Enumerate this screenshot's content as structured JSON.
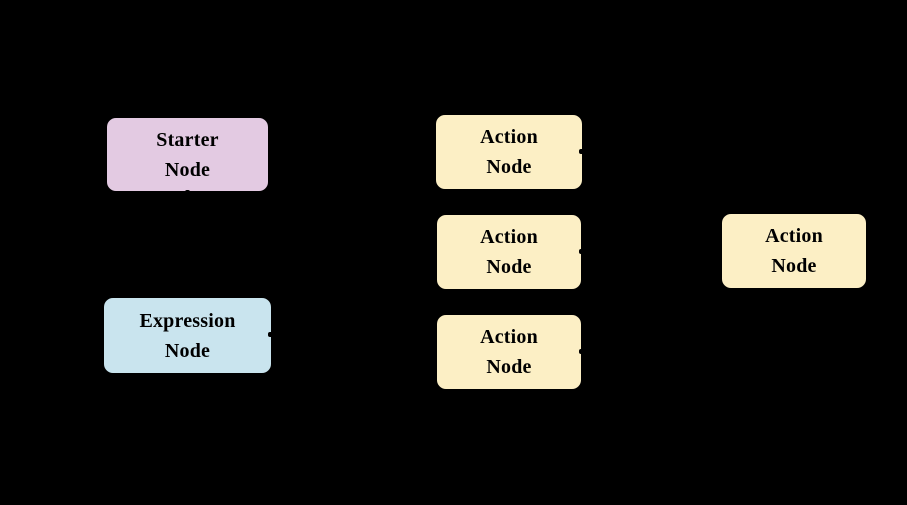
{
  "canvas": {
    "background": "#000000"
  },
  "diagram": {
    "description": "Node flow diagram",
    "colors": {
      "starter_fill": "#E3CAE2",
      "action_fill": "#FCEFC5",
      "expression_fill": "#C9E4EE",
      "node_text": "#000000",
      "node_border": "#000000",
      "background": "#000000"
    },
    "nodes": [
      {
        "id": "starter-node",
        "type": "starter",
        "line1": "Starter",
        "line2": "Node",
        "fill": "#E3CAE2"
      },
      {
        "id": "action-node-1",
        "type": "action",
        "line1": "Action",
        "line2": "Node",
        "fill": "#FCEFC5"
      },
      {
        "id": "action-node-2",
        "type": "action",
        "line1": "Action",
        "line2": "Node",
        "fill": "#FCEFC5"
      },
      {
        "id": "action-node-3",
        "type": "action",
        "line1": "Action",
        "line2": "Node",
        "fill": "#FCEFC5"
      },
      {
        "id": "action-node-4",
        "type": "action",
        "line1": "Action",
        "line2": "Node",
        "fill": "#FCEFC5"
      },
      {
        "id": "expression-node",
        "type": "expression",
        "line1": "Expression",
        "line2": "Node",
        "fill": "#C9E4EE"
      }
    ]
  }
}
